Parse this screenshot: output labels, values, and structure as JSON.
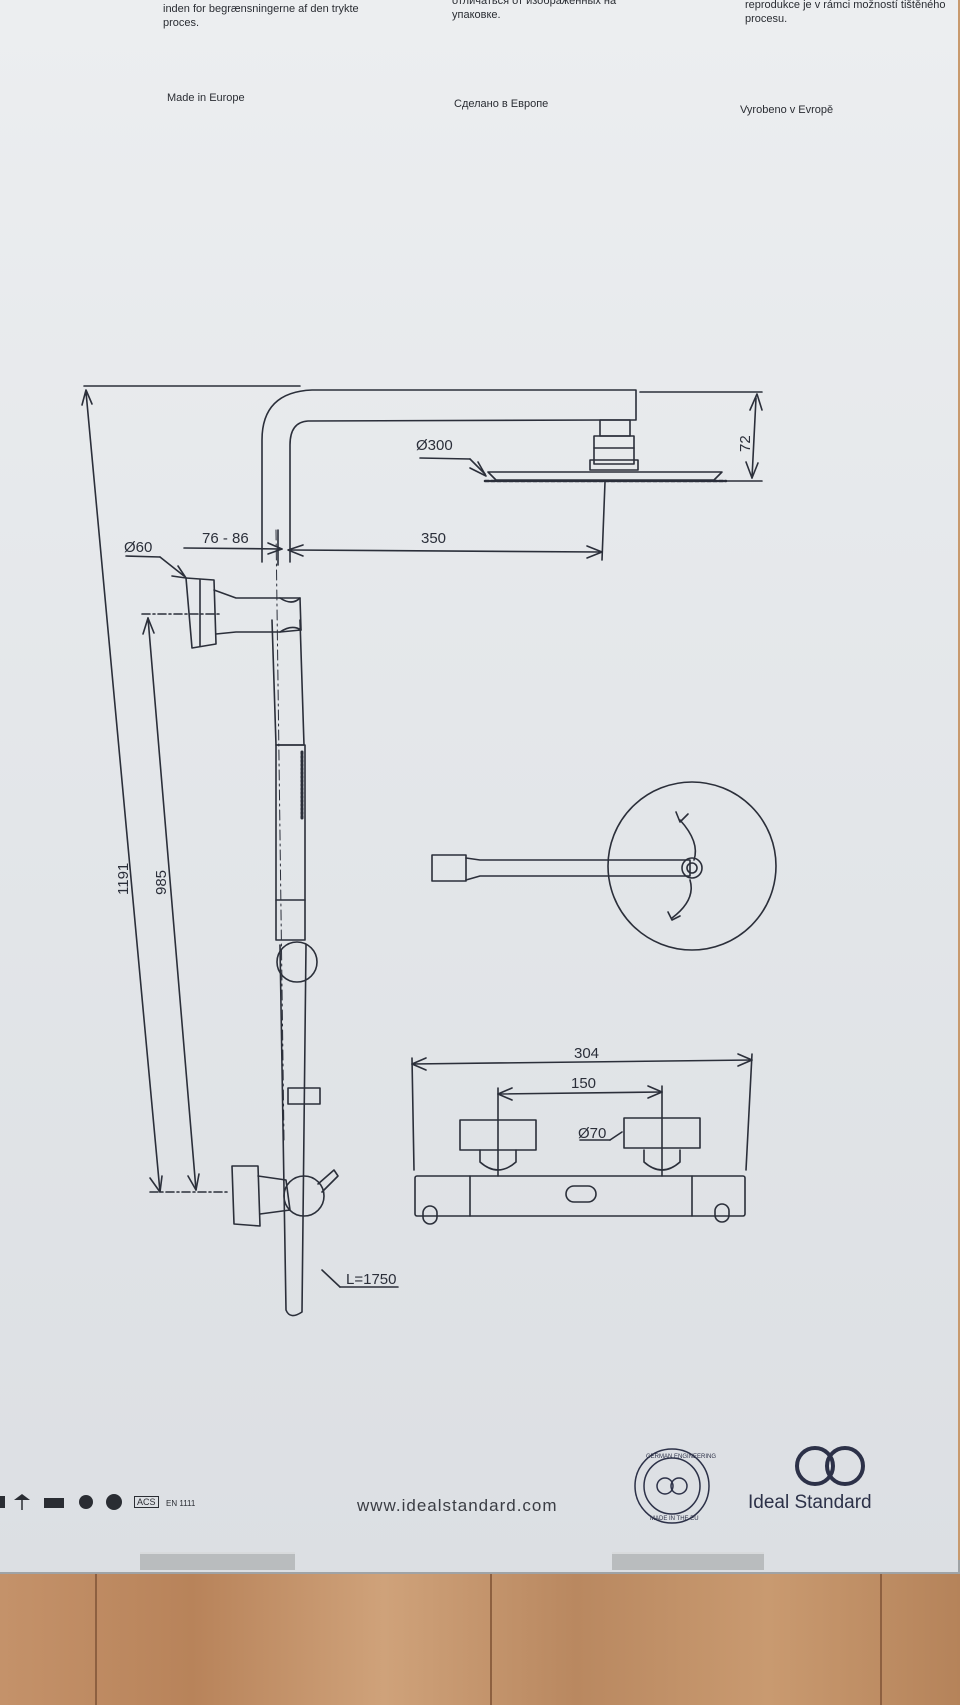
{
  "header_text": {
    "col1_lines": [
      "inden for begrænsningerne af den trykte",
      "proces."
    ],
    "col2_lines": [
      "отличаться от изображенных на",
      "упаковке."
    ],
    "col3_lines": [
      "reprodukce je v rámci možností tištěného",
      "procesu."
    ]
  },
  "made_in": {
    "col1": "Made in Europe",
    "col2": "Сделано в Европе",
    "col3": "Vyrobeno v Evropě"
  },
  "dimensions": {
    "total_height": "1191",
    "bar_height": "985",
    "wall_bracket_diameter": "Ø60",
    "wall_offset": "76 - 86",
    "arm_length": "350",
    "head_diameter": "Ø300",
    "head_height": "72",
    "mixer_width": "304",
    "inlet_spacing": "150",
    "handle_diameter": "Ø70",
    "hose_length": "L=1750"
  },
  "footer": {
    "cert_label": "EN 1111",
    "acs_label": "ACS",
    "website": "www.idealstandard.com",
    "seal_top": "GERMAN ENGINEERING",
    "seal_bottom": "MADE IN THE EU",
    "brand": "Ideal Standard"
  },
  "colors": {
    "line": "#2b2f3a",
    "board": "#e6e8eb",
    "brand": "#2c3148"
  }
}
